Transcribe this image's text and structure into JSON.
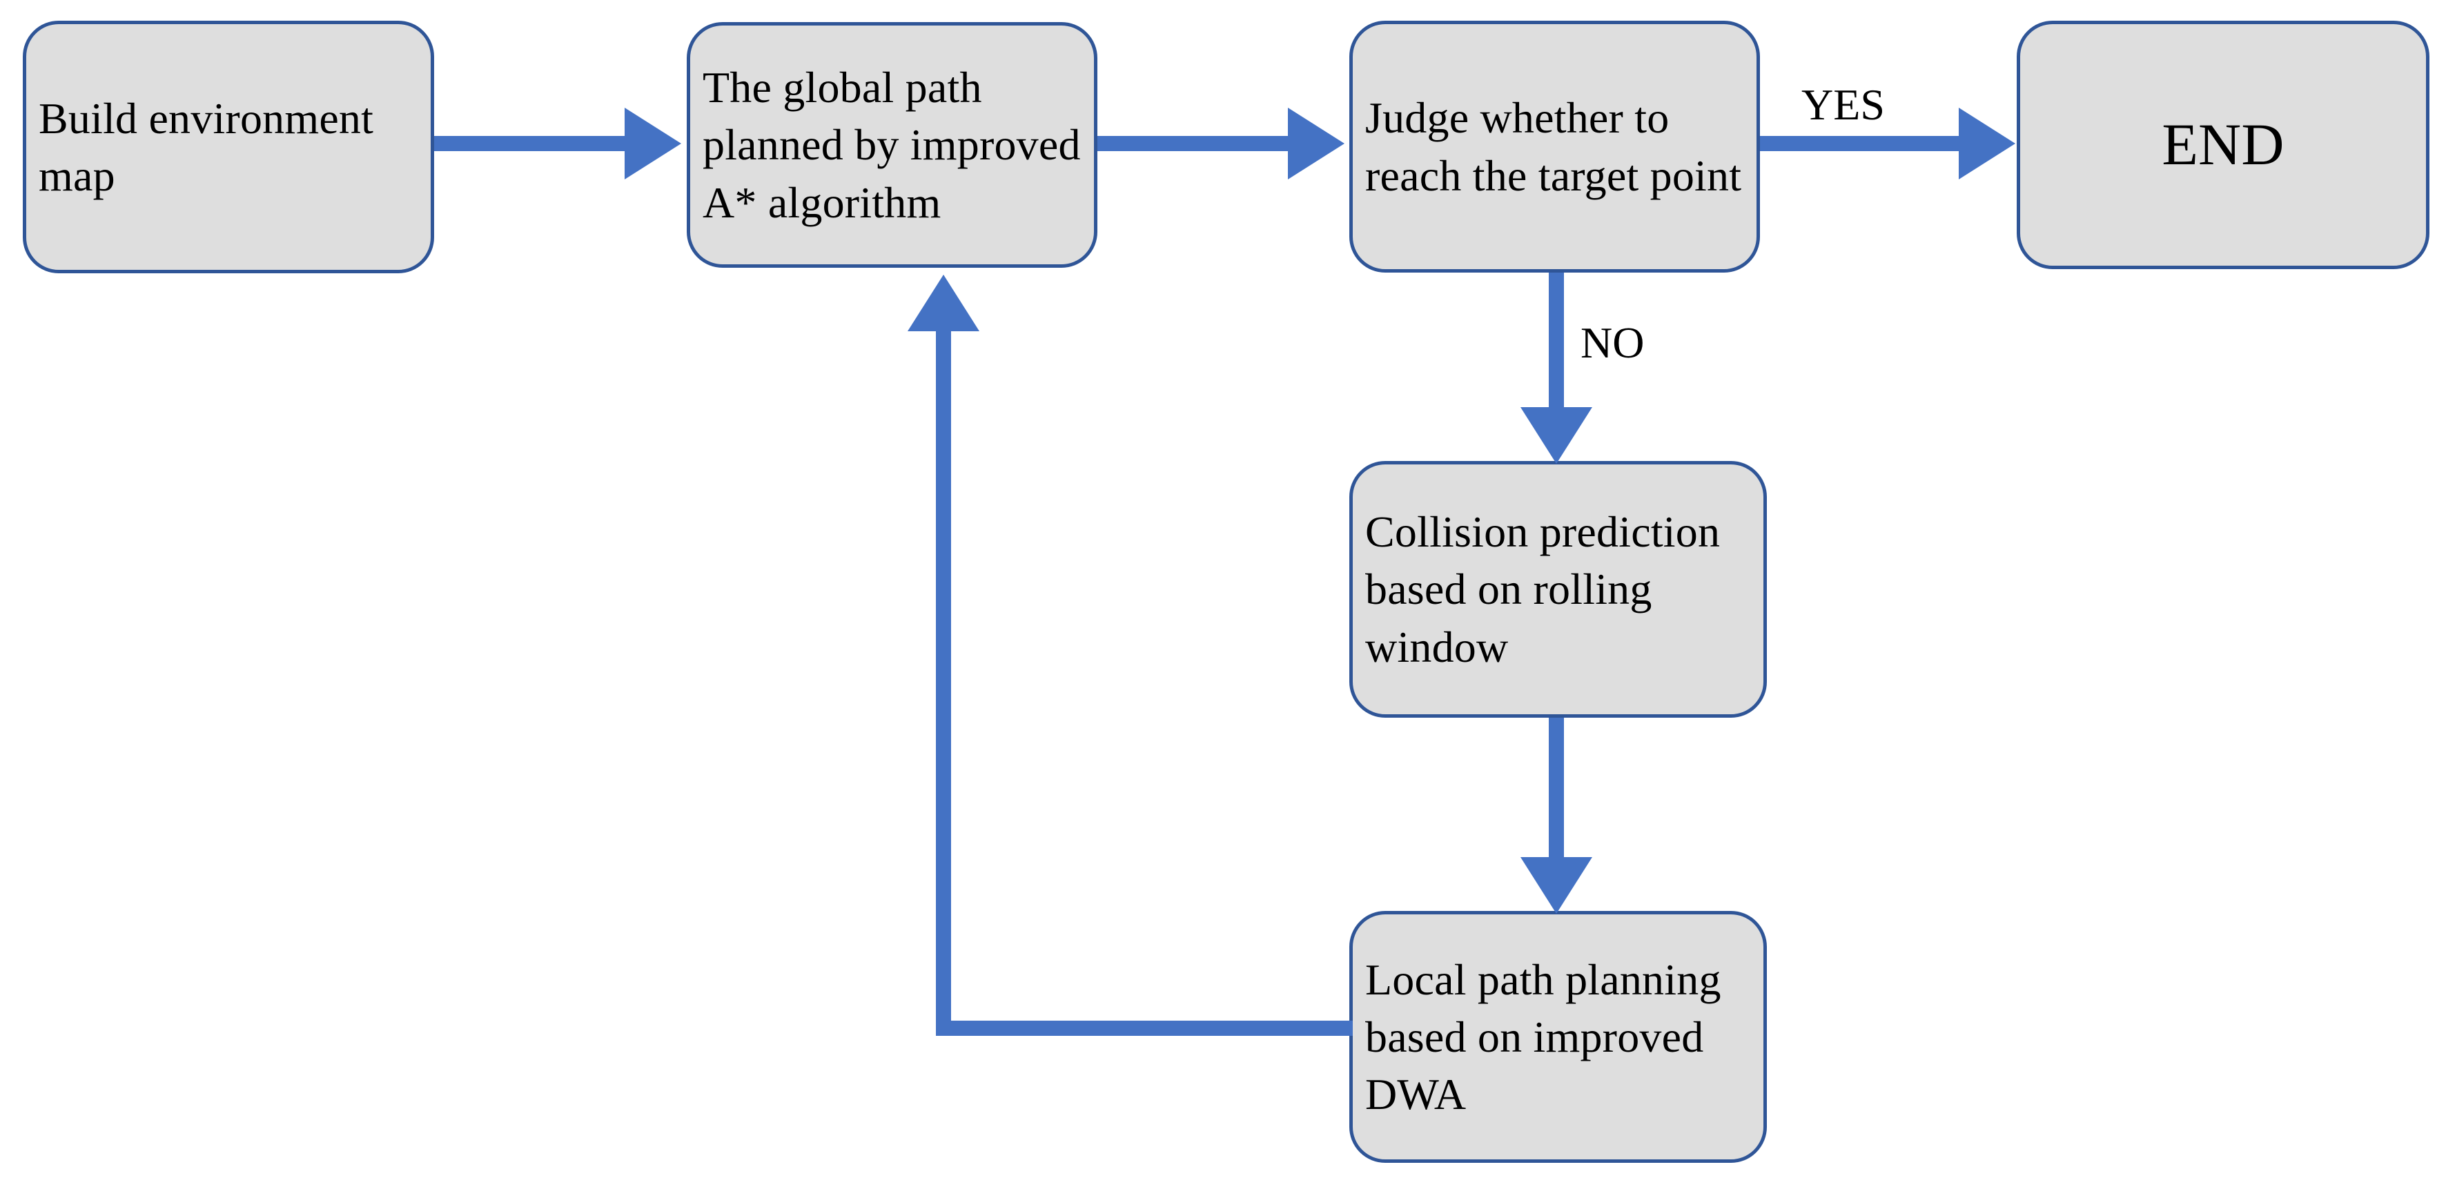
{
  "diagram": {
    "title": "Path planning algorithm flowchart",
    "colors": {
      "node_fill": "#dedede",
      "node_border": "#2f5597",
      "arrow": "#4472c4",
      "text": "#000000",
      "background": "#ffffff"
    },
    "nodes": [
      {
        "id": "build",
        "label": "Build environment map"
      },
      {
        "id": "global_path",
        "label": "The global path planned by improved A* algorithm"
      },
      {
        "id": "judge",
        "label": "Judge whether to reach the target point"
      },
      {
        "id": "end",
        "label": "END"
      },
      {
        "id": "collision",
        "label": "Collision prediction based on rolling window"
      },
      {
        "id": "local_path",
        "label": "Local path planning based on improved DWA"
      }
    ],
    "edges": [
      {
        "from": "build",
        "to": "global_path",
        "label": "",
        "direction": "right"
      },
      {
        "from": "global_path",
        "to": "judge",
        "label": "",
        "direction": "right"
      },
      {
        "from": "judge",
        "to": "end",
        "label": "YES",
        "direction": "right"
      },
      {
        "from": "judge",
        "to": "collision",
        "label": "NO",
        "direction": "down"
      },
      {
        "from": "collision",
        "to": "local_path",
        "label": "",
        "direction": "down"
      },
      {
        "from": "local_path",
        "to": "global_path",
        "label": "",
        "direction": "feedback-up"
      }
    ],
    "labels": {
      "yes": "YES",
      "no": "NO"
    }
  }
}
